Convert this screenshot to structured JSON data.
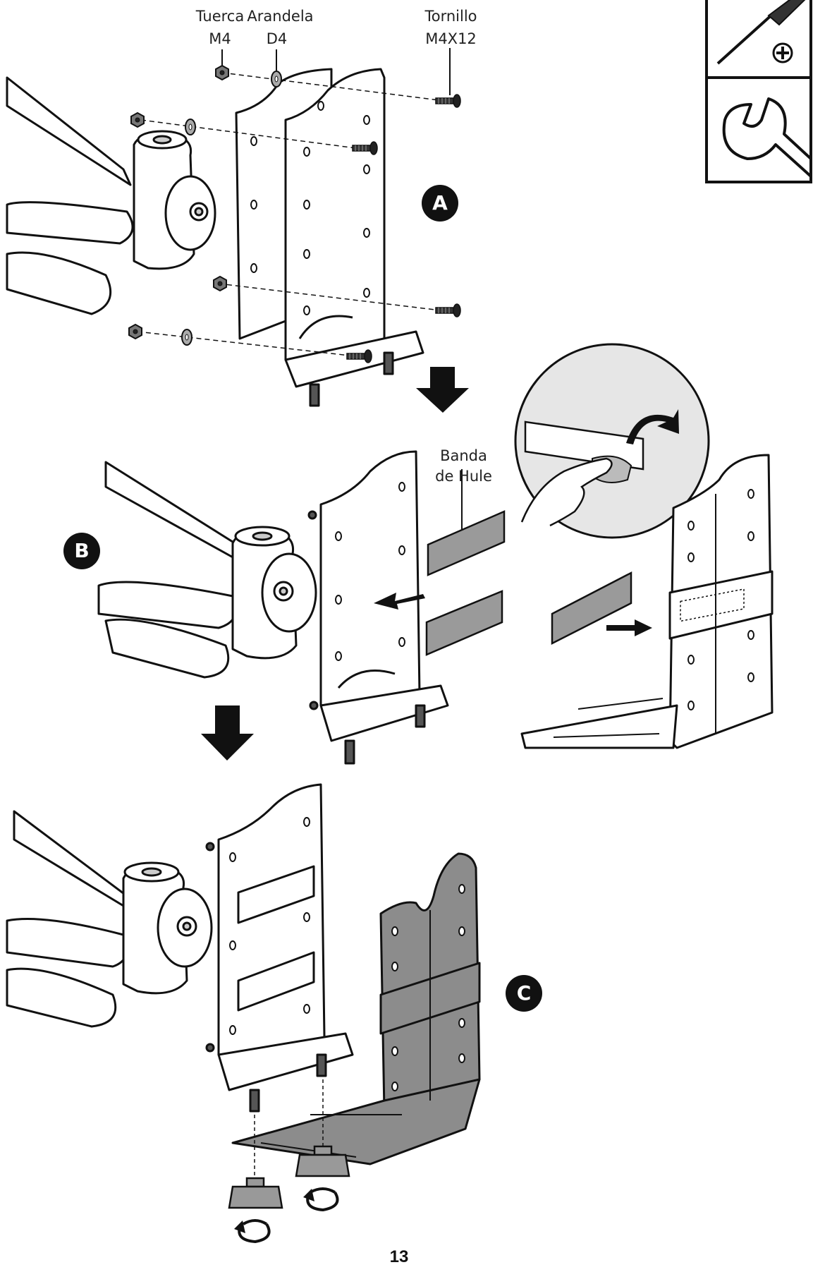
{
  "labels": {
    "tuerca": "Tuerca",
    "m4": "M4",
    "arandela": "Arandela",
    "d4": "D4",
    "tornillo": "Tornillo",
    "m4x12": "M4X12",
    "banda_line1": "Banda",
    "banda_line2": "de Hule"
  },
  "steps": {
    "a": "A",
    "b": "B",
    "c": "C"
  },
  "page_number": "13",
  "tools": [
    "phillips-screwdriver-icon",
    "wrench-icon"
  ],
  "colors": {
    "ink": "#111111",
    "part_gray": "#8c8c8c",
    "rubber_gray": "#9a9a9a",
    "inset_bg": "#e6e6e6"
  }
}
